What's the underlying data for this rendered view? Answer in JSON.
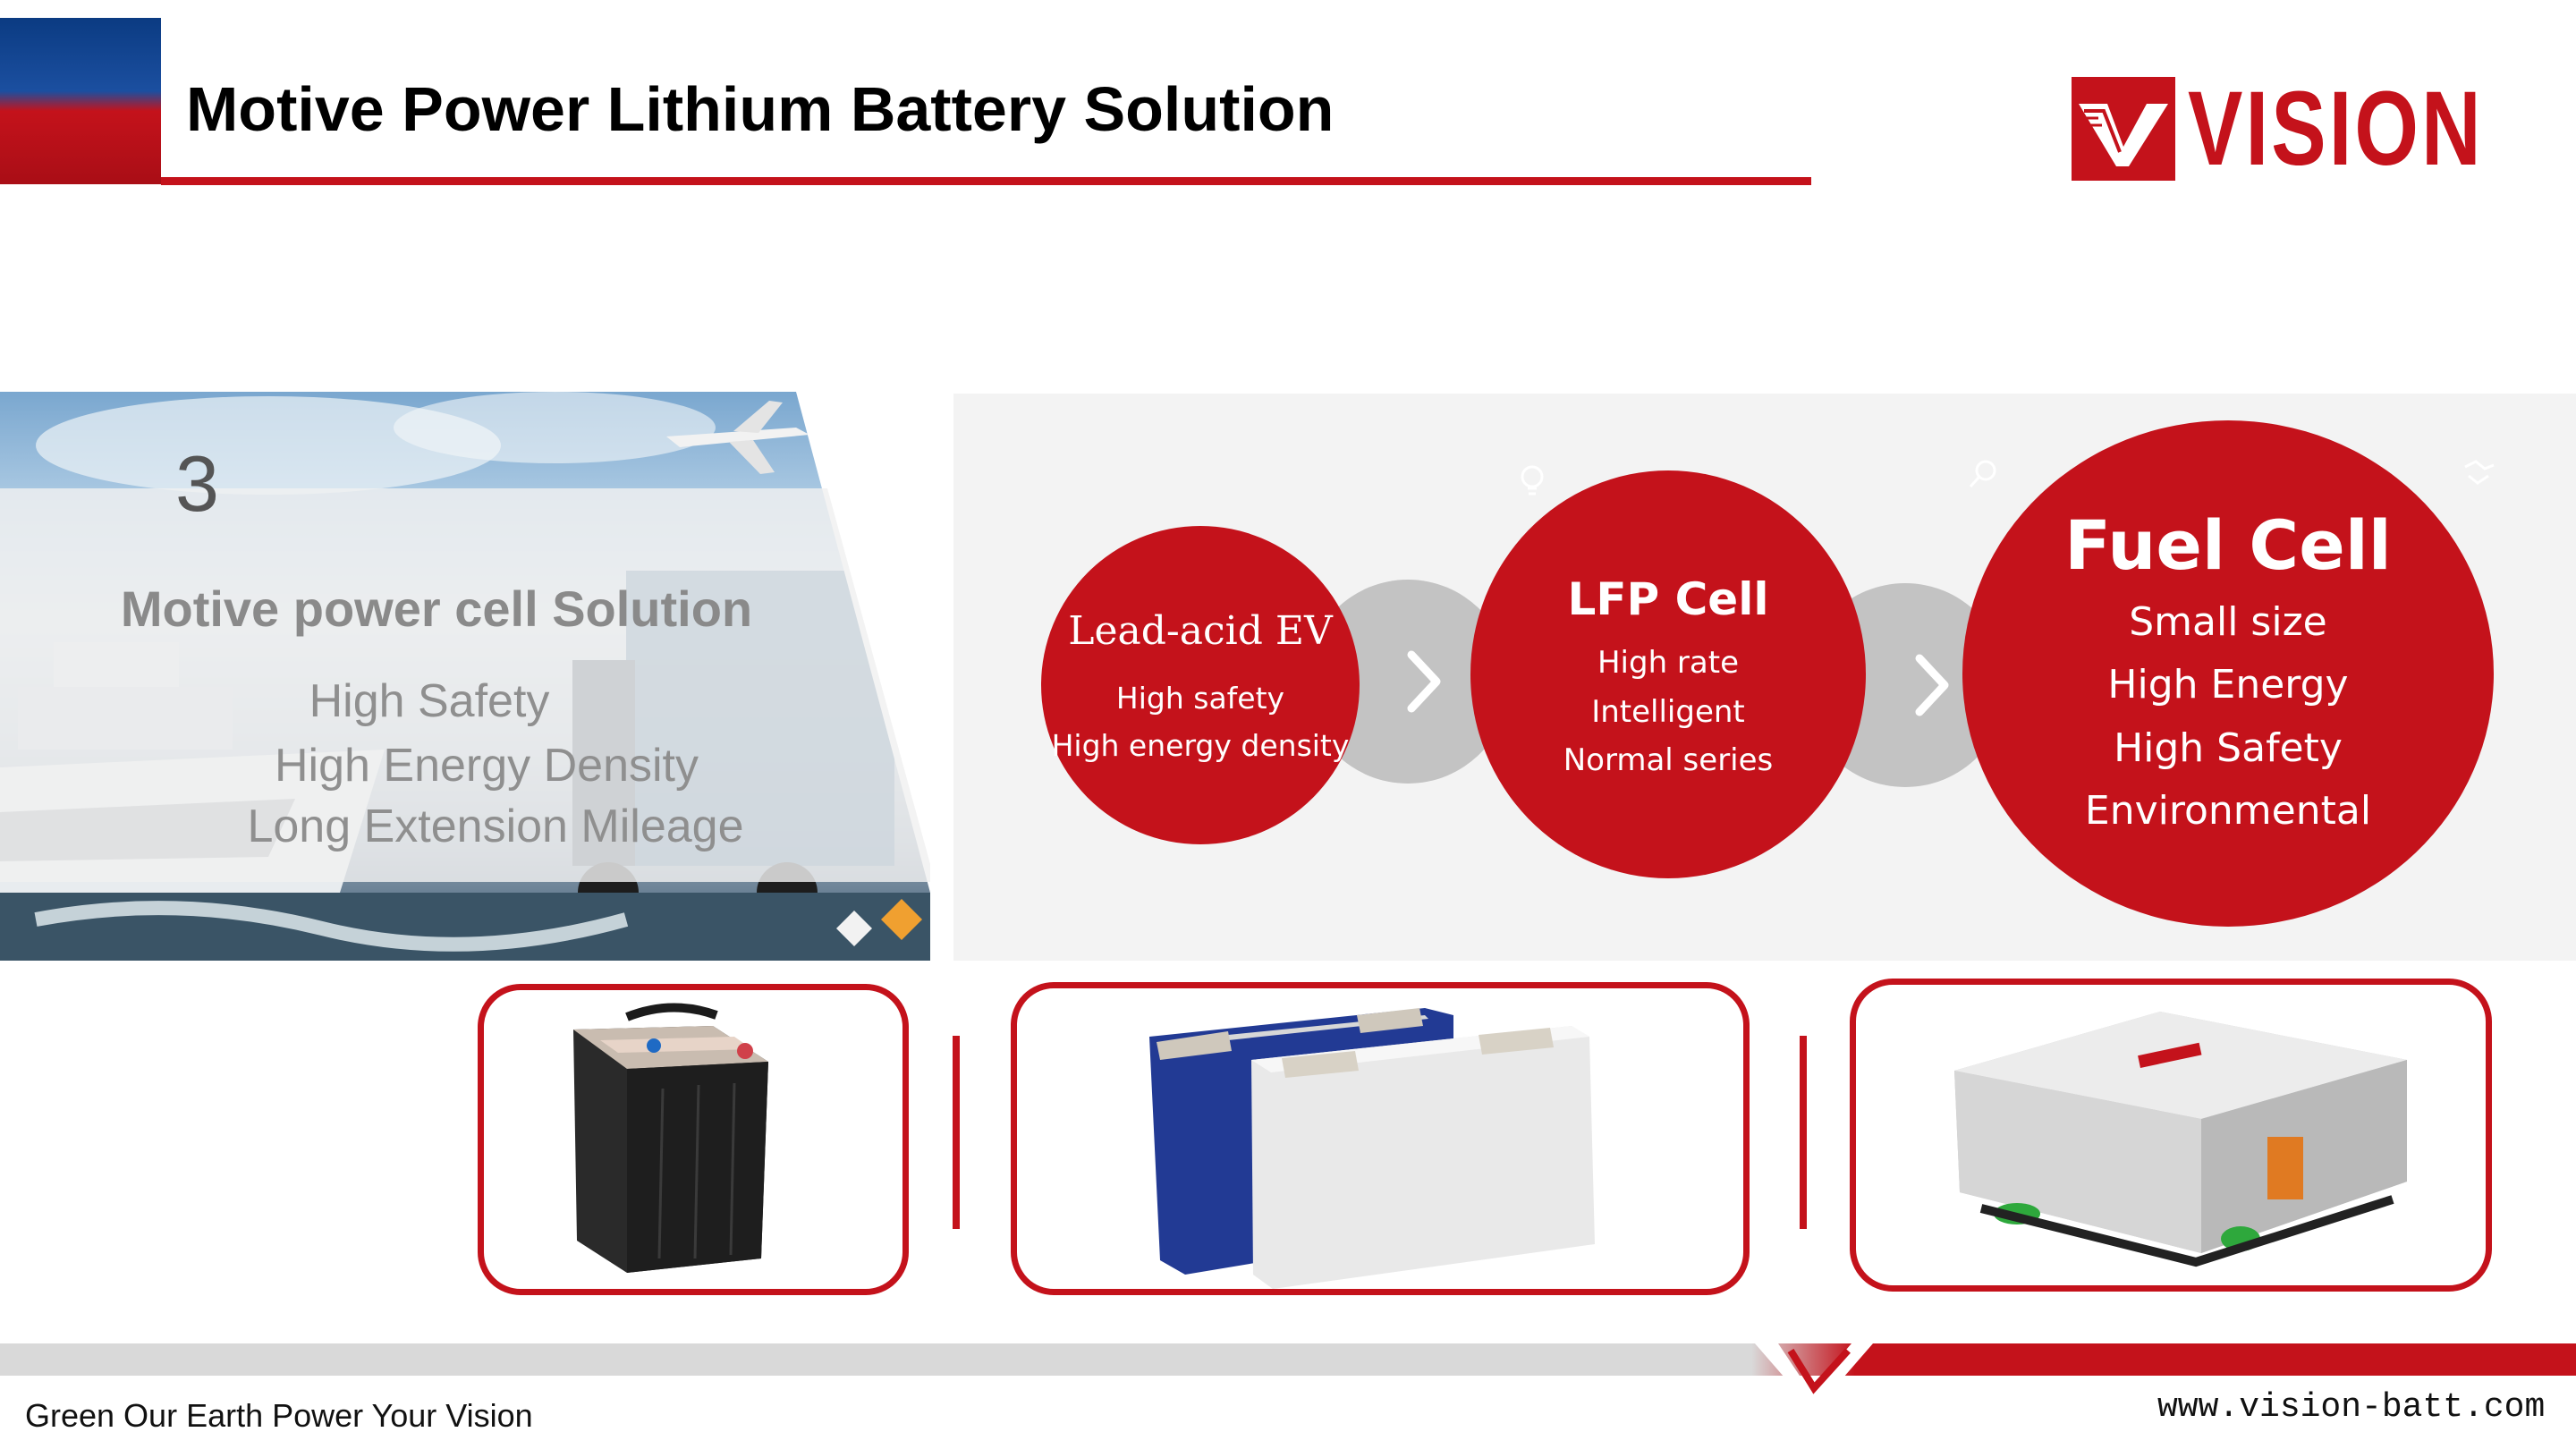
{
  "header": {
    "title": "Motive Power Lithium Battery Solution",
    "brand": "VISION",
    "colors": {
      "accent": "#c4121b",
      "corner_blue": "#0b3b82"
    }
  },
  "photo_panel": {
    "number": "3",
    "heading": "Motive power cell Solution",
    "features": [
      "High Safety",
      "High Energy Density",
      "Long Extension Mileage"
    ]
  },
  "flow": {
    "stages": [
      {
        "title": "Lead-acid EV",
        "lines": [
          "High safety",
          "High energy density"
        ]
      },
      {
        "title": "LFP Cell",
        "lines": [
          "High rate",
          "Intelligent",
          "Normal series"
        ]
      },
      {
        "title": "Fuel Cell",
        "lines": [
          "Small size",
          "High Energy",
          "High Safety",
          "Environmental"
        ]
      }
    ],
    "arrow_icon": "chevron-right-icon"
  },
  "products": [
    {
      "name": "lead-acid-battery",
      "icon": "lead-acid-battery-image"
    },
    {
      "name": "lfp-prismatic-cells",
      "icon": "lfp-cell-image"
    },
    {
      "name": "fuel-cell-module",
      "icon": "fuel-cell-module-image"
    }
  ],
  "footer": {
    "slogan": "Green Our Earth Power Your Vision",
    "url": "www.vision-batt.com"
  }
}
